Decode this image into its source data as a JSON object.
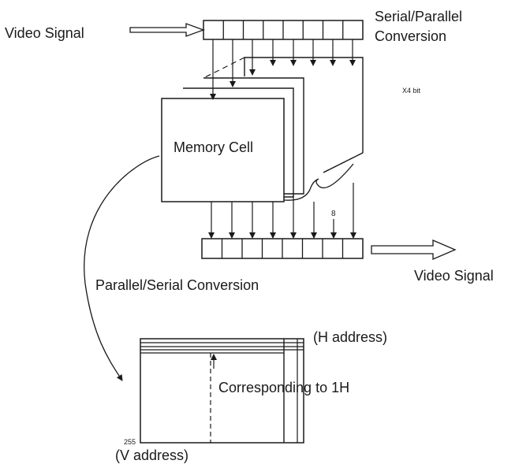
{
  "labels": {
    "video_signal_in": "Video Signal",
    "serial_parallel_line1": "Serial/Parallel",
    "serial_parallel_line2": "Conversion",
    "bit_width": "X4 bit",
    "memory_cell": "Memory Cell",
    "bit_number": "8",
    "video_signal_out": "Video Signal",
    "parallel_serial": "Parallel/Serial Conversion",
    "h_address": "(H address)",
    "corresponding": "Corresponding to 1H",
    "line_number": "255",
    "v_address": "(V address)"
  }
}
